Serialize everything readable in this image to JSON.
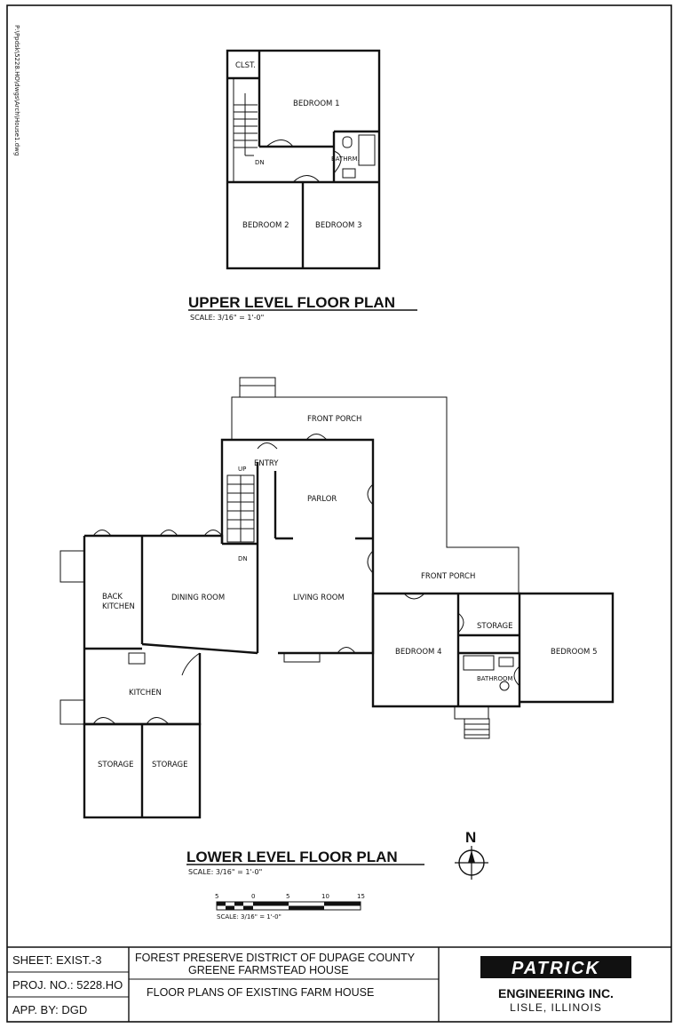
{
  "file_path": "P:\\Ppdsk\\5228.HO\\dwgs\\Arch\\House1.dwg",
  "upper": {
    "title": "UPPER LEVEL FLOOR PLAN",
    "scale": "SCALE:  3/16\" = 1'-0\"",
    "rooms": {
      "clst": "CLST.",
      "bedroom1": "BEDROOM 1",
      "bathrm": "BATHRM.",
      "dn": "DN",
      "bedroom2": "BEDROOM 2",
      "bedroom3": "BEDROOM 3"
    }
  },
  "lower": {
    "title": "LOWER LEVEL FLOOR PLAN",
    "scale": "SCALE:  3/16\" = 1'-0\"",
    "rooms": {
      "front_porch_top": "FRONT PORCH",
      "up": "UP",
      "entry": "ENTRY",
      "parlor": "PARLOR",
      "dn": "DN",
      "front_porch_right": "FRONT PORCH",
      "back_kitchen_1": "BACK",
      "back_kitchen_2": "KITCHEN",
      "dining_room": "DINING ROOM",
      "living_room": "LIVING ROOM",
      "storage_mid": "STORAGE",
      "bedroom4": "BEDROOM 4",
      "bedroom5": "BEDROOM 5",
      "bathroom": "BATHROOM",
      "kitchen": "KITCHEN",
      "storage_left": "STORAGE",
      "storage_right": "STORAGE"
    }
  },
  "north": "N",
  "scale_bar": {
    "ticks": [
      "5",
      "0",
      "5",
      "10",
      "15"
    ],
    "note": "SCALE:  3/16\" = 1'-0\""
  },
  "title_block": {
    "sheet": "SHEET: EXIST.-3",
    "proj": "PROJ. NO.: 5228.HO",
    "app": "APP. BY: DGD",
    "line1": "FOREST PRESERVE DISTRICT OF DUPAGE COUNTY",
    "line2": "GREENE FARMSTEAD HOUSE",
    "line3": "FLOOR PLANS OF EXISTING FARM HOUSE",
    "logo": "PATRICK",
    "company": "ENGINEERING INC.",
    "location": "LISLE, ILLINOIS"
  }
}
